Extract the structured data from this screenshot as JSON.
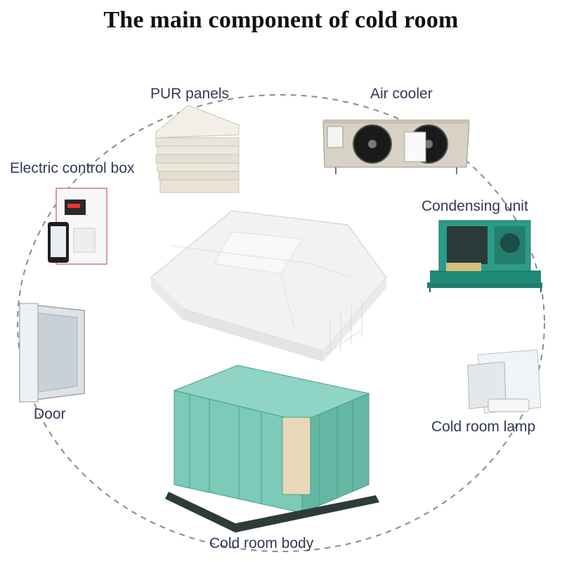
{
  "title": "The main component of cold room",
  "components": [
    {
      "id": "pur-panels",
      "label": "PUR panels"
    },
    {
      "id": "air-cooler",
      "label": "Air cooler"
    },
    {
      "id": "electric-control-box",
      "label": "Electric control box"
    },
    {
      "id": "condensing-unit",
      "label": "Condensing unit"
    },
    {
      "id": "door",
      "label": "Door"
    },
    {
      "id": "cold-room-lamp",
      "label": "Cold room lamp"
    },
    {
      "id": "cold-room-body",
      "label": "Cold room body"
    }
  ],
  "colors": {
    "title": "#111111",
    "label": "#2f3a55",
    "dashed_circle": "#8a8a8a",
    "panel_teal": "#6fc7b3",
    "unit_teal": "#1e7f6e"
  }
}
